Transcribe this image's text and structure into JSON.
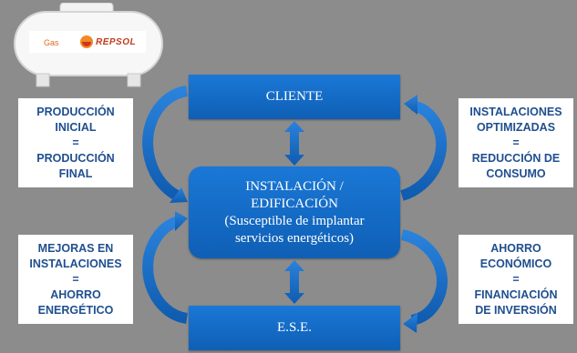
{
  "tank": {
    "brand_gas": "Gas",
    "brand_repsol": "REPSOL"
  },
  "boxes": {
    "cliente": "CLIENTE",
    "instalacion_line1": "INSTALACIÓN /",
    "instalacion_line2": "EDIFICACIÓN",
    "instalacion_line3": "(Susceptible de implantar",
    "instalacion_line4": "servicios energéticos)",
    "ese": "E.S.E."
  },
  "notes": {
    "top_left": [
      "PRODUCCIÓN",
      "INICIAL",
      "=",
      "PRODUCCIÓN",
      "FINAL"
    ],
    "top_right": [
      "INSTALACIONES",
      "OPTIMIZADAS",
      "=",
      "REDUCCIÓN DE",
      "CONSUMO"
    ],
    "bottom_left": [
      "MEJORAS EN",
      "INSTALACIONES",
      "=",
      "AHORRO",
      "ENERGÉTICO"
    ],
    "bottom_right": [
      "AHORRO",
      "ECONÓMICO",
      "=",
      "FINANCIACIÓN",
      "DE INVERSIÓN"
    ]
  },
  "colors": {
    "background": "#8c8c8c",
    "box_blue": "#1467c4",
    "arrow_blue": "#1565c0",
    "note_text": "#1f4f8f"
  }
}
